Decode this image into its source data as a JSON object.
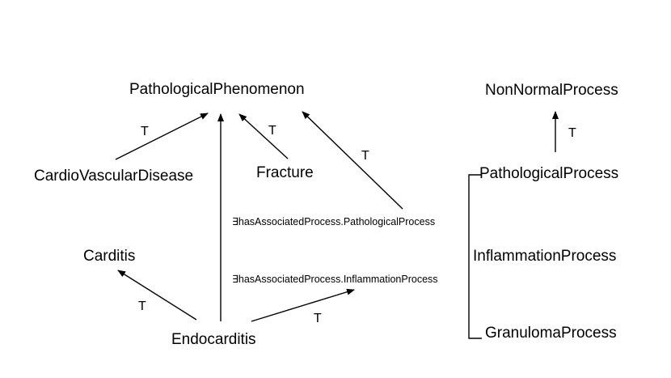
{
  "nodes": {
    "pathological_phenomenon": "PathologicalPhenomenon",
    "non_normal_process": "NonNormalProcess",
    "cardio_vascular_disease": "CardioVascularDisease",
    "fracture": "Fracture",
    "pathological_process": "PathologicalProcess",
    "carditis": "Carditis",
    "inflammation_process": "InflammationProcess",
    "endocarditis": "Endocarditis",
    "granuloma_process": "GranulomaProcess"
  },
  "edge_labels": {
    "cvd_to_pp": "T",
    "fracture_to_pp": "T",
    "assoc_to_pp": "T",
    "pathproc_to_nonnormal": "T",
    "endo_to_carditis": "T",
    "endo_to_inflamm_role": "T"
  },
  "role_labels": {
    "has_assoc_pathological": "∃hasAssociatedProcess.PathologicalProcess",
    "has_assoc_inflammation": "∃hasAssociatedProcess.InflammationProcess"
  }
}
